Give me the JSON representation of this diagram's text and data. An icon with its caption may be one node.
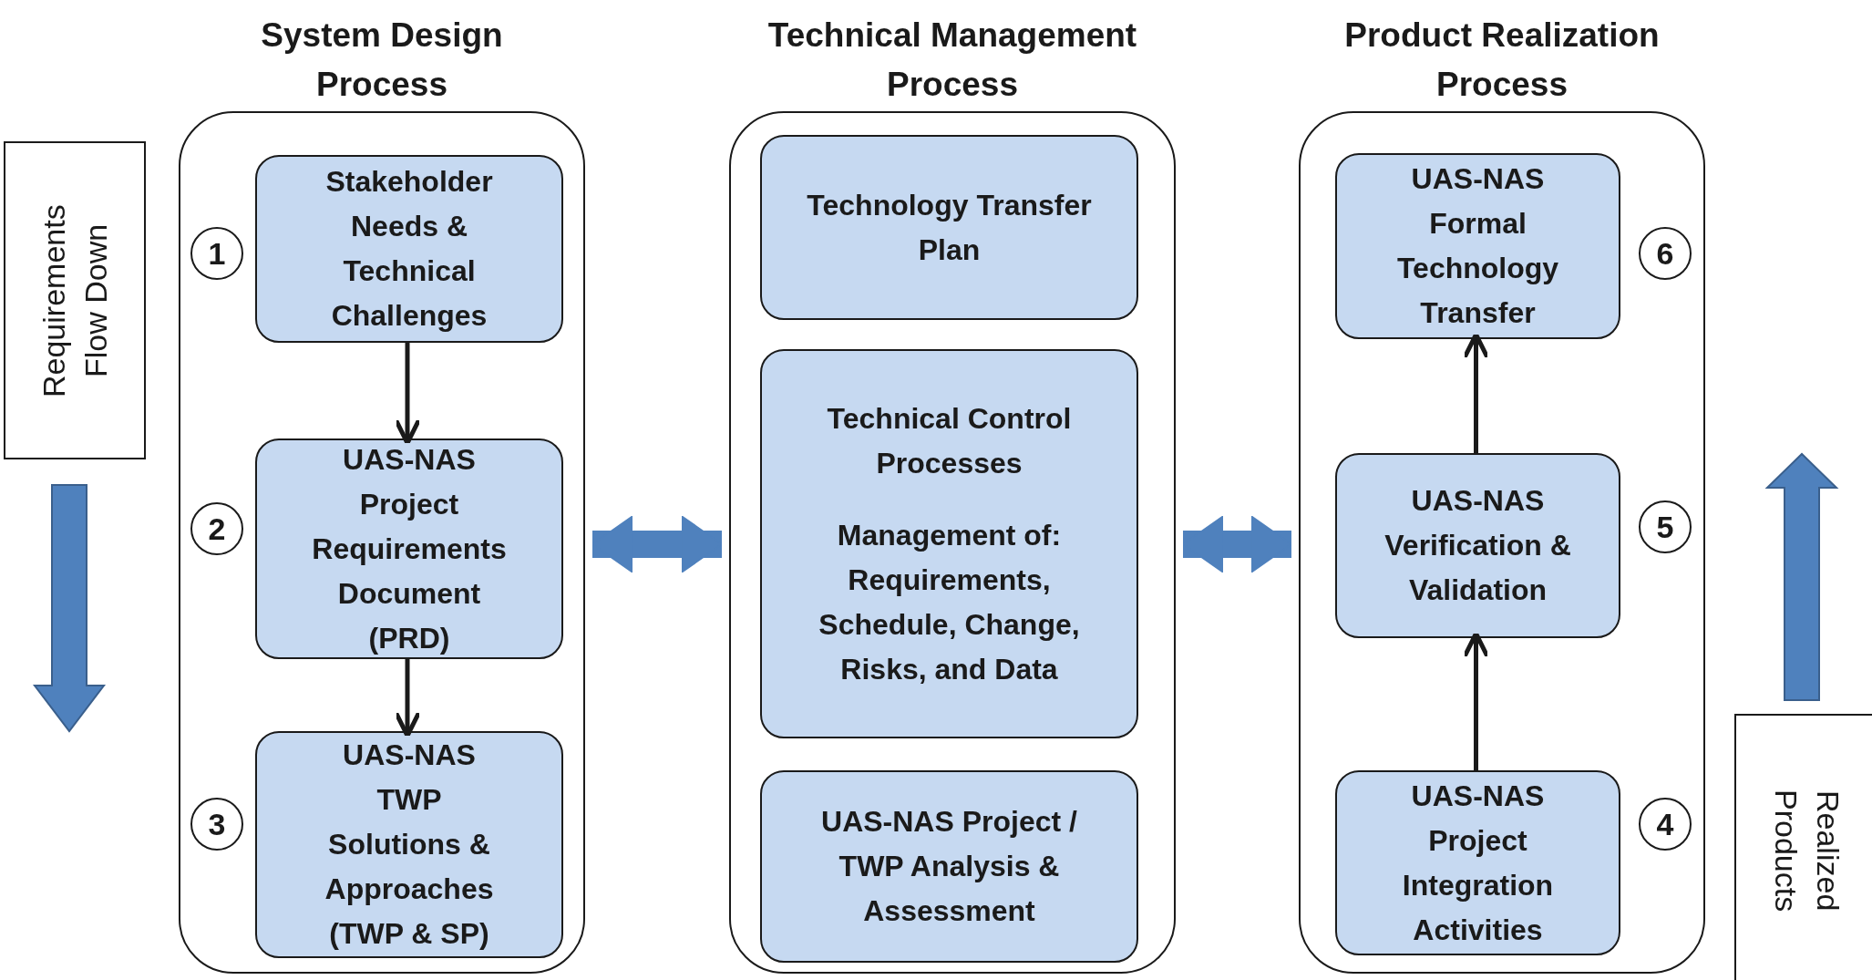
{
  "diagram": {
    "nodes": [
      {
        "text": [
          "System Design Process"
        ]
      },
      {
        "text": [
          "Stakeholder Needs & Technical Challenges"
        ],
        "in": 0
      },
      {
        "text": [
          "1"
        ],
        "in": 0
      },
      {
        "text": [
          "UAS-NAS Project Requirements Document (PRD)"
        ],
        "in": 0
      },
      {
        "text": [
          "2"
        ],
        "in": 0
      },
      {
        "text": [
          "UAS-NAS TWP Solutions & Approaches (TWP & SP)"
        ],
        "in": 0
      },
      {
        "text": [
          "3"
        ],
        "in": 0
      },
      {
        "text": [
          "Technical Management Process"
        ]
      },
      {
        "text": [
          "Technology Transfer Plan"
        ],
        "in": 7
      },
      {
        "text": [
          "Technical Control Processes",
          "Management of: Requirements, Schedule, Change, Risks, and Data"
        ],
        "in": 7
      },
      {
        "text": [
          "UAS-NAS Project / TWP Analysis & Assessment"
        ],
        "in": 7
      },
      {
        "text": [
          "Product Realization Process"
        ]
      },
      {
        "text": [
          "UAS-NAS Formal Technology Transfer"
        ],
        "in": 11
      },
      {
        "text": [
          "6"
        ],
        "in": 11
      },
      {
        "text": [
          "UAS-NAS Verification & Validation"
        ],
        "in": 11
      },
      {
        "text": [
          "5"
        ],
        "in": 11
      },
      {
        "text": [
          "UAS-NAS Project Integration Activities"
        ],
        "in": 11
      },
      {
        "text": [
          "4"
        ],
        "in": 11
      },
      {
        "text": [
          "Requirements Flow Down"
        ]
      },
      {
        "text": [
          "Realized Products"
        ]
      }
    ],
    "edges": [
      {
        "from": 1,
        "to": 3,
        "arrow": "to"
      },
      {
        "from": 3,
        "to": 5,
        "arrow": "to"
      },
      {
        "from": 16,
        "to": 14,
        "arrow": "to"
      },
      {
        "from": 14,
        "to": 12,
        "arrow": "to"
      },
      {
        "from": 0,
        "to": 7,
        "arrow": "both",
        "style": "thick",
        "color": "#4f81bd"
      },
      {
        "from": 7,
        "to": 11,
        "arrow": "both",
        "style": "thick",
        "color": "#4f81bd"
      }
    ]
  }
}
